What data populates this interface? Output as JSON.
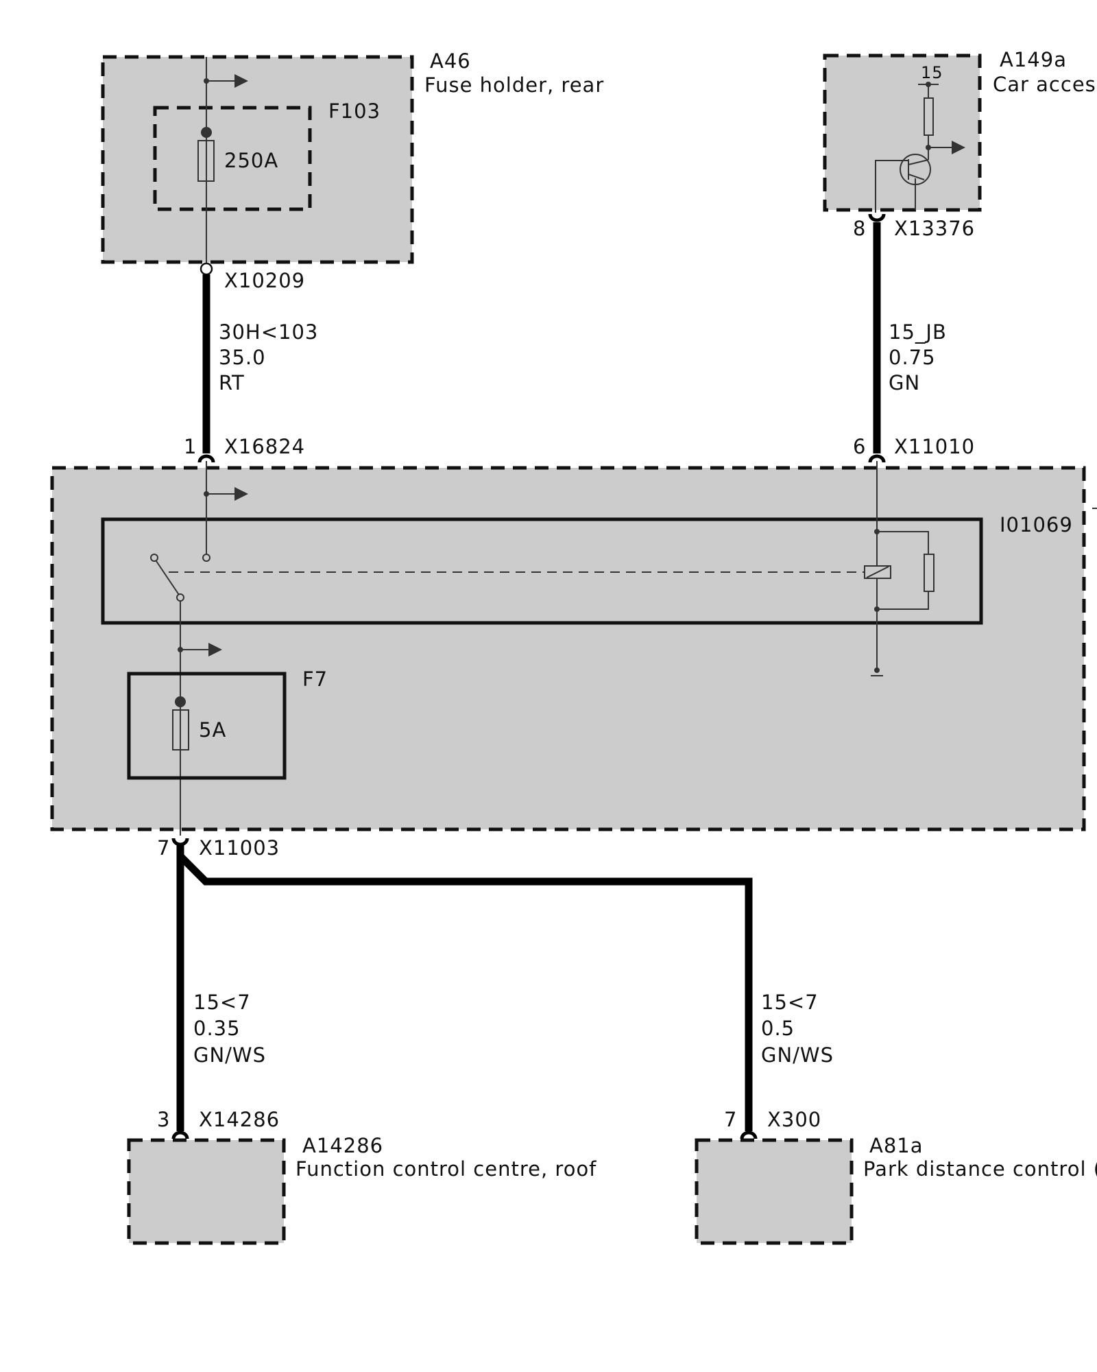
{
  "components": {
    "a46": {
      "id": "A46",
      "name": "Fuse holder, rear"
    },
    "f103": {
      "id": "F103",
      "rating": "250A"
    },
    "a149a": {
      "id": "A149a",
      "name": "Car access",
      "terminal": "15"
    },
    "module": {
      "id": "I01069",
      "fuse_id": "F7",
      "fuse_rating": "5A"
    },
    "a14286": {
      "id": "A14286",
      "name": "Function control centre, roof"
    },
    "a81a": {
      "id": "A81a",
      "name": "Park distance control (PD"
    }
  },
  "connectors": {
    "x10209": "X10209",
    "x16824": {
      "pin": "1",
      "id": "X16824"
    },
    "x13376": {
      "pin": "8",
      "id": "X13376"
    },
    "x11010": {
      "pin": "6",
      "id": "X11010"
    },
    "x11003": {
      "pin": "7",
      "id": "X11003"
    },
    "x14286": {
      "pin": "3",
      "id": "X14286"
    },
    "x300": {
      "pin": "7",
      "id": "X300"
    }
  },
  "wires": [
    {
      "signal": "30H<103",
      "size": "35.0",
      "color": "RT"
    },
    {
      "signal": "15_JB",
      "size": "0.75",
      "color": "GN"
    },
    {
      "signal": "15<7",
      "size": "0.35",
      "color": "GN/WS"
    },
    {
      "signal": "15<7",
      "size": "0.5",
      "color": "GN/WS"
    }
  ]
}
